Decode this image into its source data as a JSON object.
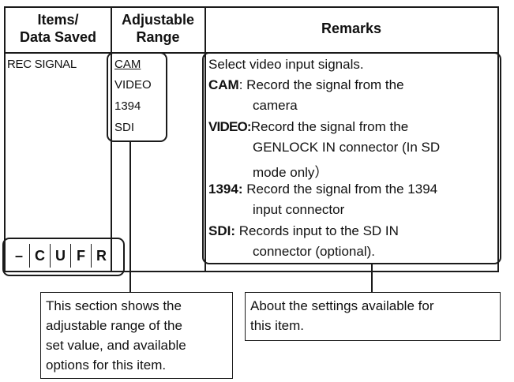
{
  "headers": {
    "items_line1": "Items/",
    "items_line2": "Data Saved",
    "range_line1": "Adjustable",
    "range_line2": "Range",
    "remarks": "Remarks"
  },
  "item": {
    "name": "REC SIGNAL"
  },
  "range_options": [
    "CAM",
    "VIDEO",
    "1394",
    "SDI"
  ],
  "mode_badges": [
    "–",
    "C",
    "U",
    "F",
    "R"
  ],
  "remarks": {
    "intro": "Select video input signals.",
    "cam_label": "CAM",
    "cam_sep": ":",
    "cam_l1": " Record the signal from the",
    "cam_l2": "camera",
    "video_label": "VIDEO:",
    "video_l1": "Record the signal from the",
    "video_l2": "GENLOCK IN connector (In SD",
    "video_l3": "mode only）",
    "i1394_label": "1394:",
    "i1394_l1": " Record the signal from the 1394",
    "i1394_l2": "input connector",
    "sdi_label": "SDI:",
    "sdi_l1": " Records input to the SD IN",
    "sdi_l2": "connector (optional)."
  },
  "callouts": {
    "range_l1": "This section shows the",
    "range_l2": "adjustable range of the",
    "range_l3": "set value, and available",
    "range_l4": "options for this item.",
    "remarks_l1": "About the settings available for",
    "remarks_l2": "this item."
  }
}
